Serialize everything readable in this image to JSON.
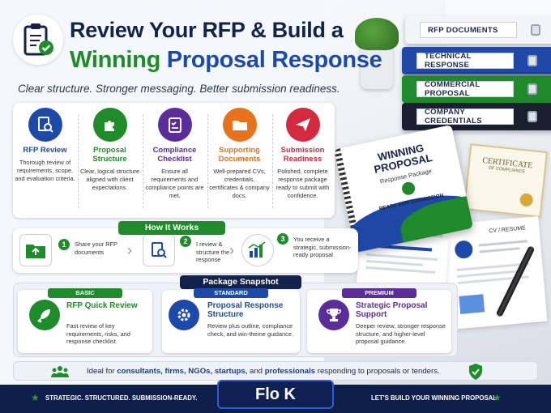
{
  "header": {
    "title_line1": "Review Your RFP & Build a",
    "title_line2_part1": "Winning",
    "title_line2_part2": "Proposal Response",
    "tagline": "Clear structure. Stronger messaging. Better submission readiness."
  },
  "features": [
    {
      "title": "RFP Review",
      "desc": "Thorough review of requirements, scope, and evaluation criteria.",
      "color": "#1d4aa8",
      "icon": "document-search-icon"
    },
    {
      "title": "Proposal Structure",
      "desc": "Clear, logical structure aligned with client expectations.",
      "color": "#1f8b2b",
      "icon": "puzzle-icon"
    },
    {
      "title": "Compliance Checklist",
      "desc": "Ensure all requirements and compliance points are met.",
      "color": "#5b2d9a",
      "icon": "checklist-icon"
    },
    {
      "title": "Supporting Documents",
      "desc": "Well-prepared CVs, credentials, certificates & company docs.",
      "color": "#e8711c",
      "icon": "folder-icon"
    },
    {
      "title": "Submission Readiness",
      "desc": "Polished, complete response package ready to submit with confidence.",
      "color": "#d42a3f",
      "icon": "paper-plane-icon"
    }
  ],
  "how_it_works": {
    "title": "How It Works",
    "steps": [
      {
        "num": "1",
        "text": "Share your RFP documents",
        "icon": "upload-folder-icon"
      },
      {
        "num": "2",
        "text": "I review & structure the response",
        "icon": "document-search-icon"
      },
      {
        "num": "3",
        "text": "You receive a strategic, submission-ready proposal",
        "icon": "chart-check-icon"
      }
    ]
  },
  "packages": {
    "title": "Package Snapshot",
    "items": [
      {
        "tag": "BASIC",
        "title": "RFP Quick Review",
        "desc": "Fast review of key requirements, risks, and response checklist.",
        "color": "#1f8b2b",
        "icon": "rocket-icon"
      },
      {
        "tag": "STANDARD",
        "title": "Proposal Response Structure",
        "desc": "Review plus outline, compliance check, and win-theme guidance.",
        "color": "#1d4aa8",
        "icon": "puzzle-gear-icon"
      },
      {
        "tag": "PREMIUM",
        "title": "Strategic Proposal Support",
        "desc": "Deeper review, stronger response structure, and higher-level proposal guidance.",
        "color": "#5b2d9a",
        "icon": "trophy-icon"
      }
    ]
  },
  "ideal": {
    "prefix": "Ideal for ",
    "w1": "consultants, firms, NGOs, startups,",
    "mid": " and ",
    "w2": "professionals",
    "suffix": " responding to proposals or tenders."
  },
  "binders": [
    "RFP DOCUMENTS",
    "TECHNICAL RESPONSE",
    "COMMERCIAL PROPOSAL",
    "COMPANY CREDENTIALS"
  ],
  "notebook": {
    "line1": "WINNING",
    "line2": "PROPOSAL",
    "line3": "Response Package",
    "badge": "READY FOR SUBMISSION"
  },
  "certificate": {
    "line1": "CERTIFICATE",
    "line2": "OF COMPLIANCE"
  },
  "cv_label": "CV / RESUME",
  "footer": {
    "left": "STRATEGIC. STRUCTURED. SUBMISSION-READY.",
    "brand": "Flo K",
    "right": "LET'S BUILD YOUR WINNING PROPOSAL"
  },
  "colors": {
    "navy": "#13224a",
    "green": "#1f8b2b",
    "blue": "#1d4aa8",
    "purple": "#5b2d9a",
    "orange": "#e8711c",
    "red": "#d42a3f"
  }
}
